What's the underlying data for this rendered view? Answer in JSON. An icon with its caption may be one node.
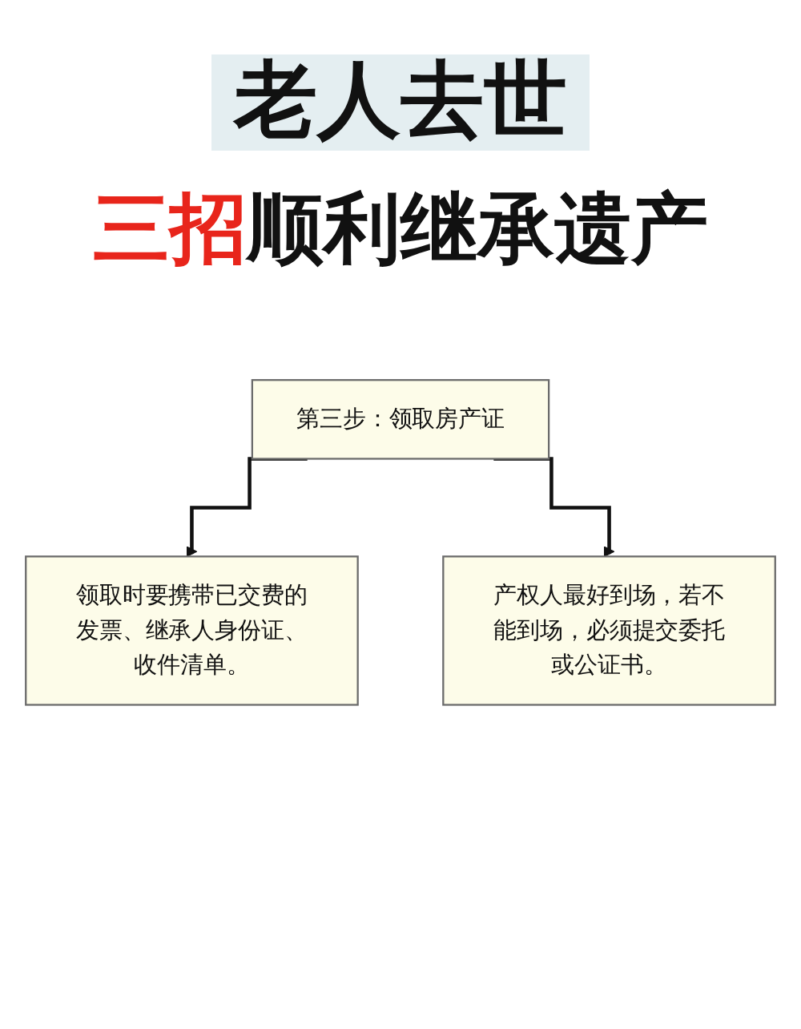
{
  "diagram": {
    "title": "老人去世",
    "nodes": [
      {
        "text": [
          "第三步：领取房产证"
        ]
      },
      {
        "text": [
          "领取时要携带已交费的发票、继承人身份证、收件清单。"
        ]
      },
      {
        "text": [
          "产权人最好到场，若不能到场，必须提交委托或公证书。"
        ]
      }
    ],
    "edges": [
      {
        "from": 0,
        "to": 1,
        "arrow": "to"
      },
      {
        "from": 0,
        "to": 2,
        "arrow": "to"
      }
    ],
    "labels": [
      "三招顺利继承遗产"
    ]
  }
}
